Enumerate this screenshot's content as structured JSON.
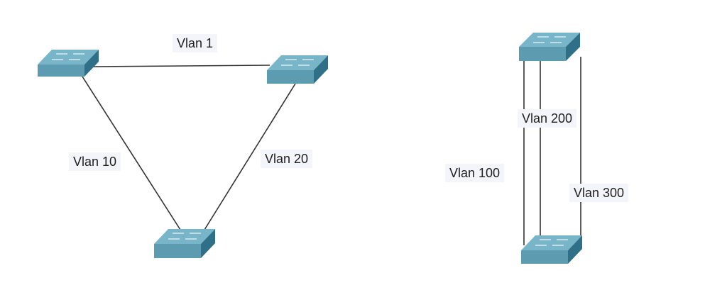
{
  "diagram": {
    "left_topology": {
      "link_labels": {
        "top": "Vlan 1",
        "left": "Vlan 10",
        "right": "Vlan 20"
      }
    },
    "right_topology": {
      "link_labels": {
        "a": "Vlan 100",
        "b": "Vlan 200",
        "c": "Vlan 300"
      }
    },
    "colors": {
      "switch_top": "#79b5c8",
      "switch_front": "#5c9bb0",
      "switch_side": "#2f7088",
      "switch_marks": "#d8ecf2",
      "link": "#333333",
      "label_bg": "#f4f5fb"
    },
    "icons": [
      "switch-icon"
    ]
  }
}
